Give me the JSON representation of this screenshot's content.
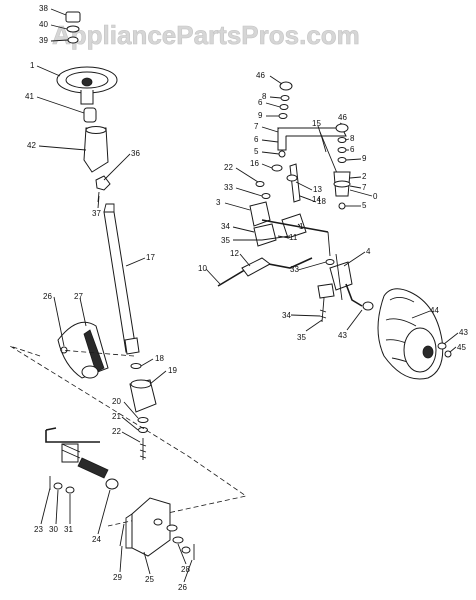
{
  "watermark": "AppliancePartsPros.com",
  "part_labels": [
    "38",
    "40",
    "39",
    "1",
    "41",
    "42",
    "36",
    "37",
    "17",
    "26",
    "27",
    "18",
    "19",
    "20",
    "21",
    "22",
    "23",
    "30",
    "31",
    "24",
    "29",
    "25",
    "28",
    "26",
    "46",
    "8",
    "6",
    "9",
    "7",
    "6",
    "5",
    "16",
    "15",
    "46",
    "13",
    "14",
    "18",
    "8",
    "6",
    "9",
    "2",
    "7",
    "0",
    "5",
    "22",
    "33",
    "3",
    "34",
    "35",
    "11",
    "1",
    "12",
    "10",
    "33",
    "4",
    "34",
    "35",
    "43",
    "44",
    "43",
    "45"
  ],
  "colors": {
    "line": "#1a1a1a",
    "watermark": "#d6d6d6",
    "background": "#ffffff"
  }
}
